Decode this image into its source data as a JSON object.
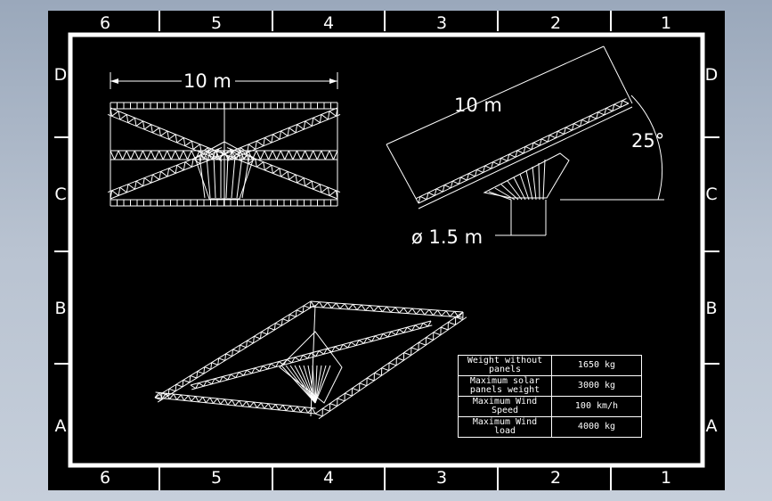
{
  "border_zones": {
    "columns": [
      "6",
      "5",
      "4",
      "3",
      "2",
      "1"
    ],
    "rows": [
      "D",
      "C",
      "B",
      "A"
    ]
  },
  "dimensions": {
    "front_width": "10 m",
    "side_length": "10 m",
    "tilt_angle": "25°",
    "base_diameter": "ø 1.5 m"
  },
  "spec_table": [
    {
      "label": "Weight without panels",
      "value": "1650 kg"
    },
    {
      "label": "Maximum solar panels weight",
      "value": "3000 kg"
    },
    {
      "label": "Maximum Wind Speed",
      "value": "100 km/h"
    },
    {
      "label": "Maximum Wind load",
      "value": "4000 kg"
    }
  ],
  "colors": {
    "line": "#ffffff",
    "paper": "#000000",
    "background": "#a9b5c6"
  }
}
